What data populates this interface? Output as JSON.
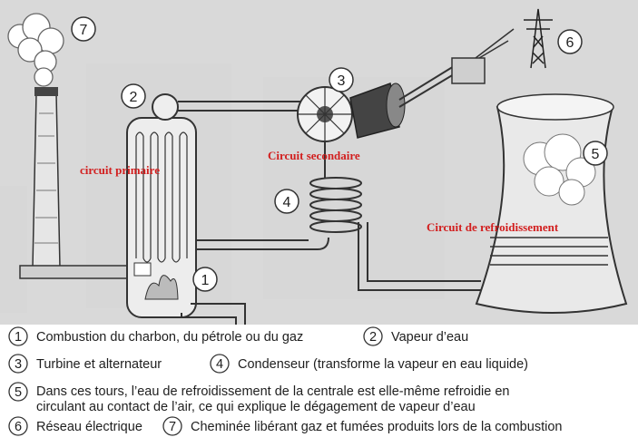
{
  "markers": {
    "m1": "1",
    "m2": "2",
    "m3": "3",
    "m4": "4",
    "m5": "5",
    "m6": "6",
    "m7": "7"
  },
  "circuits": {
    "primary": "circuit primaire",
    "secondary": "Circuit secondaire",
    "cooling": "Circuit de refroidissement"
  },
  "legend": {
    "items": [
      {
        "num": "1",
        "text": "Combustion du charbon, du pétrole ou du gaz"
      },
      {
        "num": "2",
        "text": "Vapeur d’eau"
      },
      {
        "num": "3",
        "text": "Turbine et alternateur"
      },
      {
        "num": "4",
        "text": "Condenseur (transforme la vapeur en eau liquide)"
      },
      {
        "num": "5",
        "line1": "Dans ces tours, l’eau de refroidissement de la centrale est elle-même refroidie en",
        "line2": "circulant au contact de l’air, ce qui explique le dégagement de vapeur d’eau"
      },
      {
        "num": "6",
        "text": "Réseau électrique"
      },
      {
        "num": "7",
        "text": "Cheminée libérant gaz et fumées produits lors de la combustion"
      }
    ]
  },
  "colors": {
    "circuit_label": "#d21e1e",
    "background_panel": "#d9d9d9",
    "line": "#2a2a2a"
  }
}
